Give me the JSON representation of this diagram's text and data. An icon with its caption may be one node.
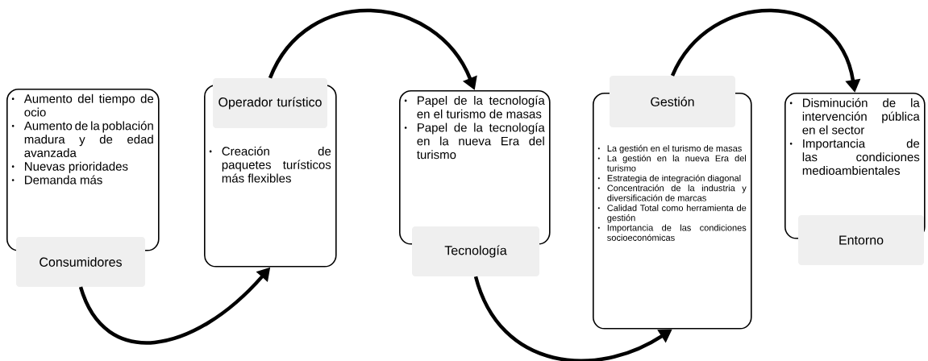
{
  "diagram": {
    "nodes": [
      {
        "text": [
          "Aumento del tiempo de ocio",
          "Aumento de la población madura y de edad avanzada",
          "Nuevas prioridades",
          "Demanda más"
        ]
      },
      {
        "text": [
          "Consumidores"
        ]
      },
      {
        "text": [
          "Creación de paquetes turísticos más flexibles"
        ]
      },
      {
        "text": [
          "Operador turístico"
        ]
      },
      {
        "text": [
          "Papel de la tecnología en el turismo de masas",
          "Papel de la tecnología en la nueva Era del turismo"
        ]
      },
      {
        "text": [
          "Tecnología"
        ]
      },
      {
        "text": [
          "La gestión en el turismo de masas",
          "La gestión en la nueva Era del turismo",
          "Estrategia de integración diagonal",
          "Concentración de la industria y diversificación de marcas",
          "Calidad Total como herramienta de gestión",
          "Importancia de las condiciones socioeconómicas"
        ]
      },
      {
        "text": [
          "Gestión"
        ]
      },
      {
        "text": [
          "Disminución de la intervención pública en el sector",
          "Importancia de las condiciones medioambientales"
        ]
      },
      {
        "text": [
          "Entorno"
        ]
      }
    ],
    "edges": [
      {
        "from": 1,
        "to": 2,
        "arrow": "to"
      },
      {
        "from": 3,
        "to": 4,
        "arrow": "to"
      },
      {
        "from": 5,
        "to": 6,
        "arrow": "to"
      },
      {
        "from": 7,
        "to": 8,
        "arrow": "to"
      }
    ]
  }
}
